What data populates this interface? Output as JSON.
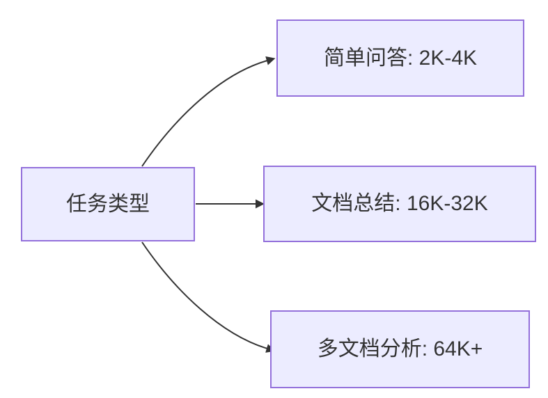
{
  "diagram": {
    "type": "flowchart-left-to-right",
    "colors": {
      "background": "#ffffff",
      "node_fill": "#ECECFF",
      "node_border": "#9370DB",
      "edge_color": "#333333",
      "text_color": "#333333"
    },
    "root": {
      "label": "任务类型"
    },
    "children": [
      {
        "label": "简单问答: 2K-4K"
      },
      {
        "label": "文档总结: 16K-32K"
      },
      {
        "label": "多文档分析: 64K+"
      }
    ],
    "edges": [
      {
        "from": "任务类型",
        "to": "简单问答: 2K-4K"
      },
      {
        "from": "任务类型",
        "to": "文档总结: 16K-32K"
      },
      {
        "from": "任务类型",
        "to": "多文档分析: 64K+"
      }
    ]
  }
}
